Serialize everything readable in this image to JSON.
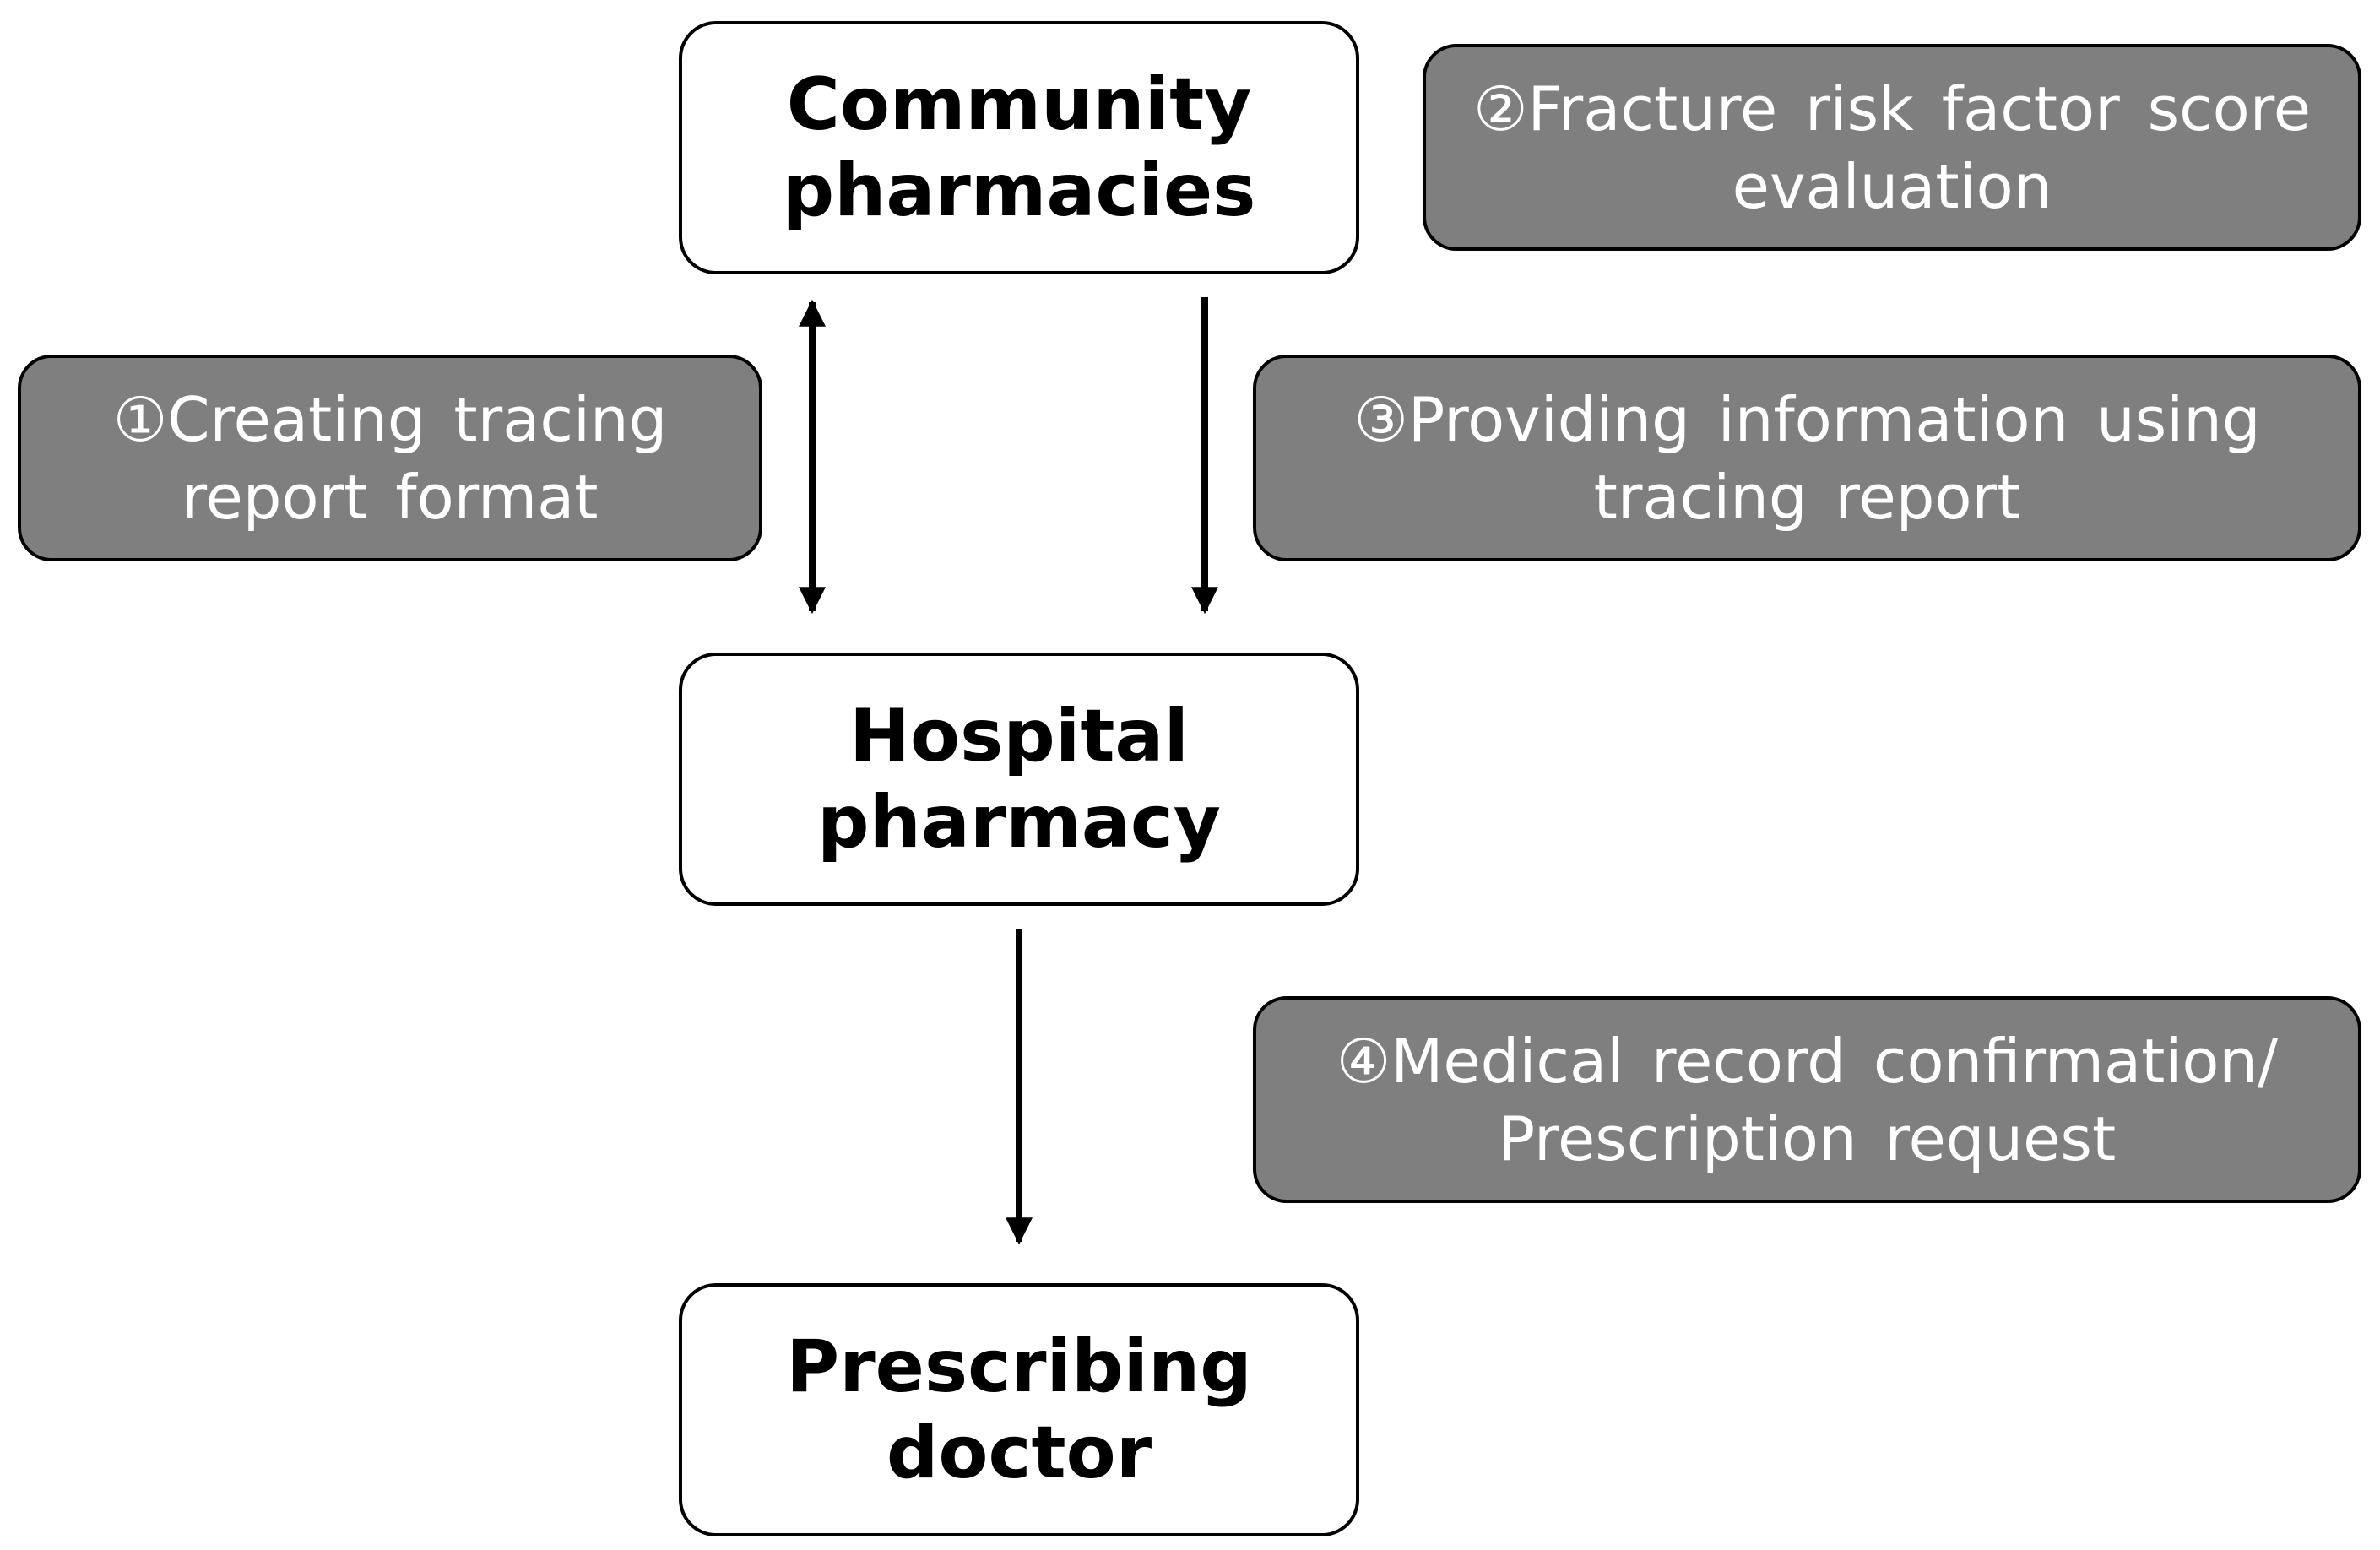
{
  "nodes": {
    "community": {
      "label": "Community\npharmacies"
    },
    "hospital": {
      "label": "Hospital\npharmacy"
    },
    "doctor": {
      "label": "Prescribing\ndoctor"
    }
  },
  "steps": [
    {
      "label": "①Creating tracing\nreport format"
    },
    {
      "label": "②Fracture risk factor score\nevaluation"
    },
    {
      "label": "③Providing information using\ntracing report"
    },
    {
      "label": "④Medical record confirmation/\nPrescription request"
    }
  ],
  "colors": {
    "step_fill": "#7f7f7f",
    "step_text": "#ffffff",
    "node_fill": "#ffffff",
    "node_text": "#000000",
    "stroke": "#000000"
  }
}
